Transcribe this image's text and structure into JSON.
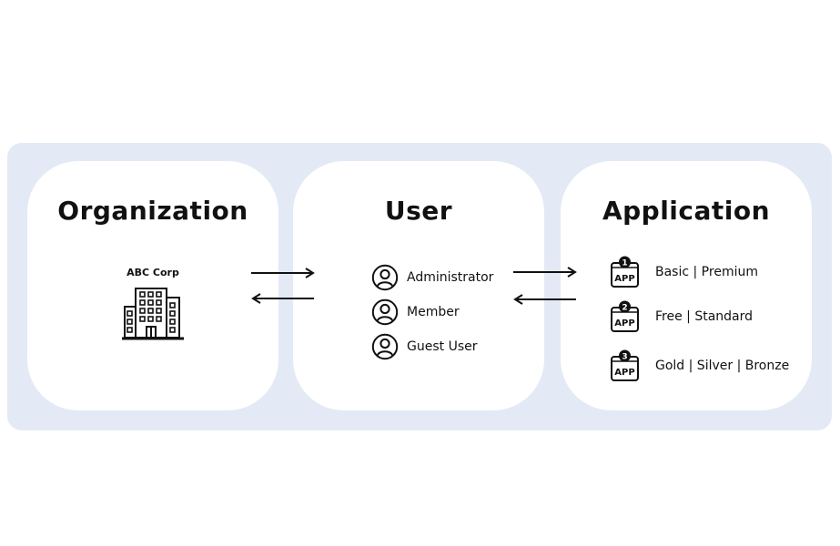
{
  "organization": {
    "title": "Organization",
    "name": "ABC Corp",
    "icon": "building-icon"
  },
  "user": {
    "title": "User",
    "roles": [
      {
        "label": "Administrator",
        "icon": "person-icon"
      },
      {
        "label": "Member",
        "icon": "person-icon"
      },
      {
        "label": "Guest User",
        "icon": "person-icon"
      }
    ]
  },
  "application": {
    "title": "Application",
    "apps": [
      {
        "badge": "1",
        "icon_text": "APP",
        "plans": "Basic | Premium"
      },
      {
        "badge": "2",
        "icon_text": "APP",
        "plans": "Free | Standard"
      },
      {
        "badge": "3",
        "icon_text": "APP",
        "plans": "Gold | Silver | Bronze"
      }
    ]
  },
  "colors": {
    "band": "#e3eaf6",
    "panel": "#ffffff",
    "ink": "#111111"
  }
}
